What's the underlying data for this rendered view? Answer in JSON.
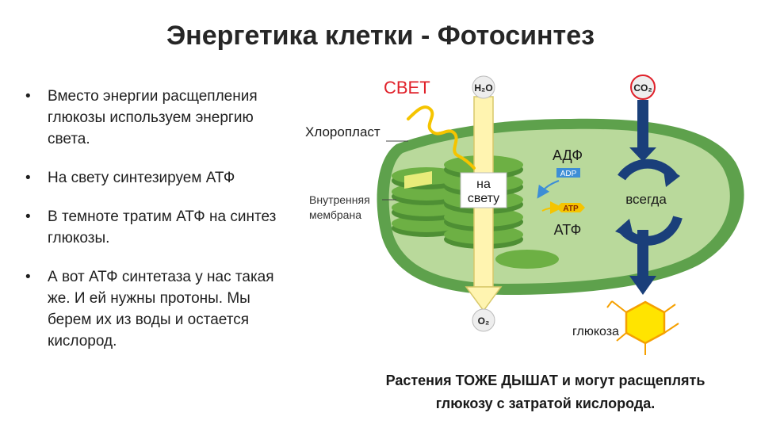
{
  "title": "Энергетика клетки - Фотосинтез",
  "bullets": [
    {
      "text": "Вместо энергии расщепления глюкозы используем энергию света."
    },
    {
      "text": "На свету синтезируем АТФ"
    },
    {
      "text": "В темноте тратим АТФ на синтез глюкозы."
    },
    {
      "text": "А вот АТФ синтетаза у нас такая же. И ей нужны протоны. Мы берем их из воды и остается кислород."
    }
  ],
  "bullet_symbol": "•",
  "diagram": {
    "light_label": "СВЕТ",
    "h2o": "H₂O",
    "co2": "CO₂",
    "o2": "O₂",
    "chloroplast_label": "Хлоропласт",
    "membrane_label_1": "Внутренняя",
    "membrane_label_2": "мембрана",
    "light_box_1": "на",
    "light_box_2": "свету",
    "adp_ru": "АДФ",
    "adp_en": "ADP",
    "atp_ru": "АТФ",
    "atp_en": "ATP",
    "always": "всегда",
    "glucose": "глюкоза",
    "colors": {
      "chloroplast_fill": "#b9d99b",
      "chloroplast_outer": "#5ea14c",
      "thylakoid": "#6db044",
      "light_arrow": "#fff4b0",
      "dark_arrow": "#1a3f7a",
      "glucose": "#ffe400",
      "light_text": "#e0212a",
      "adp_badge": "#3d8ed6",
      "atp_badge": "#f5c400"
    }
  },
  "caption_line1": "Растения ТОЖЕ ДЫШАТ и могут расщеплять",
  "caption_line2": "глюкозу с затратой кислорода."
}
